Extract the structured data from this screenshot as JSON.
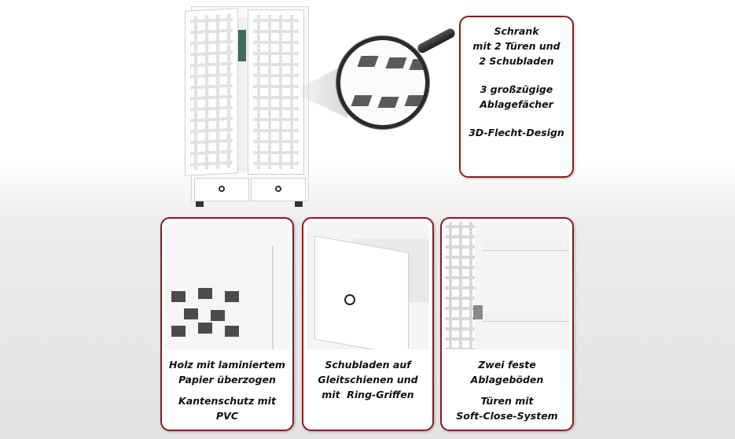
{
  "top_panel": {
    "lines": [
      "Schrank",
      "mit 2 Türen und",
      "2 Schubladen",
      "",
      "3 großzügige",
      "Ablagefächer",
      "",
      "3D-Flecht-Design"
    ]
  },
  "panels": [
    {
      "lines": [
        "Holz mit laminiertem",
        "Papier überzogen",
        "",
        "Kantenschutz mit PVC"
      ]
    },
    {
      "lines": [
        "Schubladen auf",
        "Gleitschienen und",
        "mit  Ring-Griffen"
      ]
    },
    {
      "lines": [
        "Zwei feste",
        "Ablageböden",
        "",
        "Türen mit",
        "Soft-Close-System"
      ]
    }
  ],
  "colors": {
    "frame": "#8d1b22",
    "text": "#111111"
  }
}
